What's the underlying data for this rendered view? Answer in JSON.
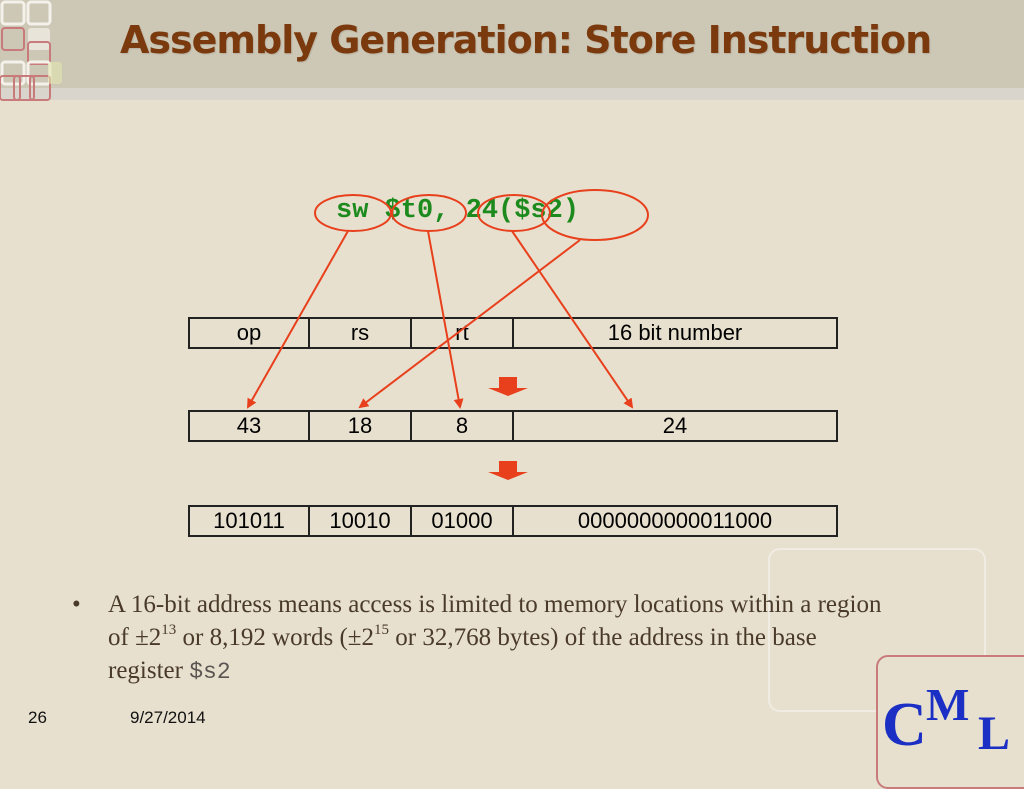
{
  "slide": {
    "title": "Assembly Generation: Store Instruction",
    "code": {
      "op": "sw",
      "rt": "$t0",
      "comma": ",",
      "offset": "24",
      "base": "($s2)"
    },
    "format_row": [
      "op",
      "rs",
      "rt",
      "16 bit number"
    ],
    "decimal_row": [
      "43",
      "18",
      "8",
      "24"
    ],
    "binary_row": [
      "101011",
      "10010",
      "01000",
      "0000000000011000"
    ],
    "bullet": {
      "text1": "A 16-bit address means access is limited to memory locations within a region of ±2",
      "exp1": "13",
      "text2": " or 8,192 words (±2",
      "exp2": "15",
      "text3": " or 32,768 bytes) of the address in the base register ",
      "register": "$s2"
    },
    "footer": {
      "page_number": "26",
      "date": "9/27/2014"
    },
    "logo": {
      "c": "C",
      "m": "M",
      "l": "L"
    }
  },
  "colors": {
    "background": "#e7e0cf",
    "title": "#7a3a0e",
    "code": "#1d8a1d",
    "annotation": "#e8401c",
    "logo": "#1b2fc4"
  }
}
